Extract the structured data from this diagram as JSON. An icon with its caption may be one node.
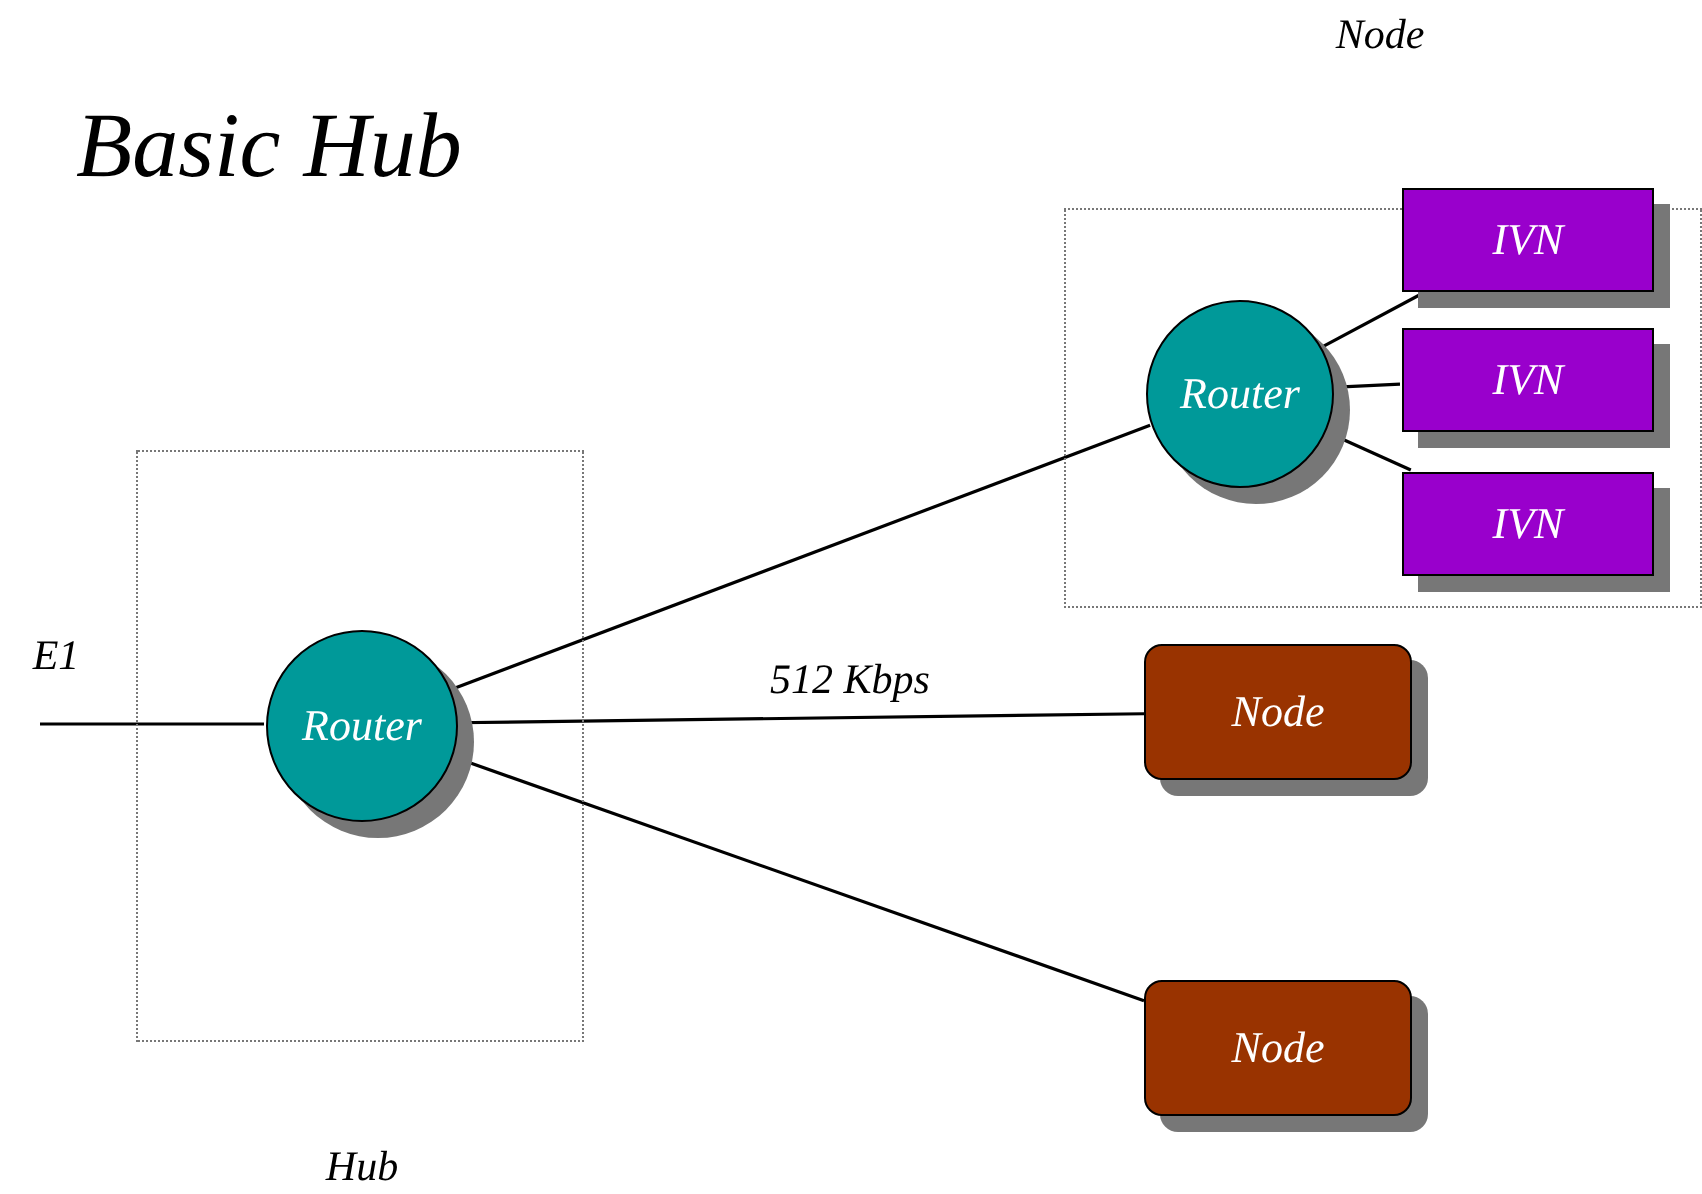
{
  "diagram": {
    "title": "Basic Hub",
    "nodes": [
      {
        "text": [
          "Hub"
        ]
      },
      {
        "text": [
          "Router"
        ],
        "in": 0
      },
      {
        "text": [],
        "shape": "box"
      },
      {
        "text": [
          "Router"
        ],
        "in": 2
      },
      {
        "text": [
          "IVN"
        ],
        "in": 2
      },
      {
        "text": [
          "IVN"
        ],
        "in": 2
      },
      {
        "text": [
          "IVN"
        ],
        "in": 2
      },
      {
        "text": [
          "Node"
        ]
      },
      {
        "text": [
          "Node"
        ]
      }
    ],
    "edges": [
      {
        "from": null,
        "to": 1,
        "arrow": "none",
        "label": "E1"
      },
      {
        "from": 1,
        "to": 3,
        "arrow": "none"
      },
      {
        "from": 1,
        "to": 7,
        "arrow": "none",
        "label": "512 Kbps"
      },
      {
        "from": 1,
        "to": 8,
        "arrow": "none"
      },
      {
        "from": 3,
        "to": 4,
        "arrow": "none"
      },
      {
        "from": 3,
        "to": 5,
        "arrow": "none"
      },
      {
        "from": 3,
        "to": 6,
        "arrow": "none"
      }
    ],
    "labels": [
      "Node"
    ]
  }
}
